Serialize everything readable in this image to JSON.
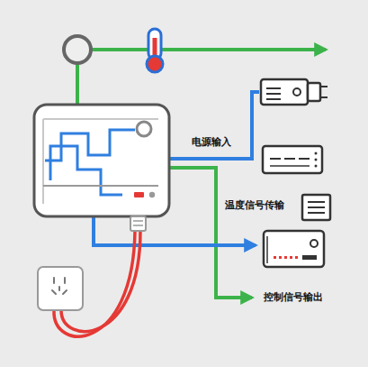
{
  "diagram": {
    "labels": [
      "电源输入",
      "温度信号传输",
      "控制信号输出"
    ]
  }
}
